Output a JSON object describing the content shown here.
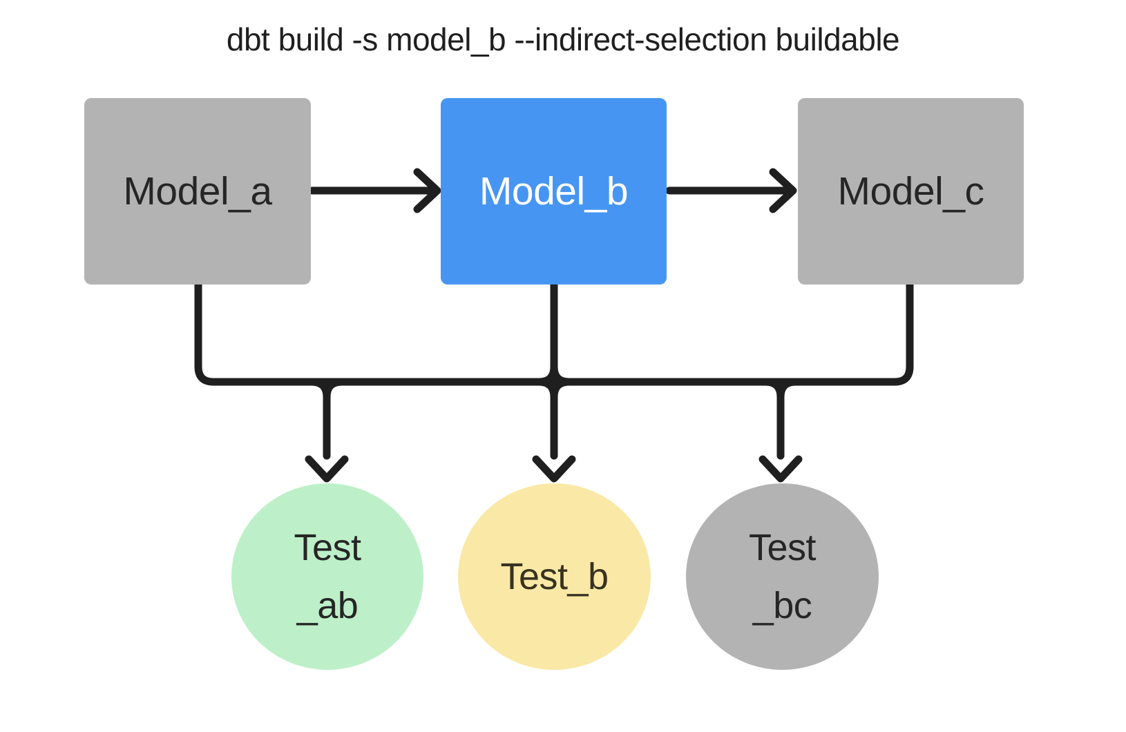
{
  "title": "dbt build -s model_b --indirect-selection buildable",
  "colors": {
    "background": "#ffffff",
    "edge": "#1f1f1f",
    "model_gray": "#b3b3b3",
    "model_selected_blue": "#4795f2",
    "test_green": "#bdf0c8",
    "test_yellow": "#fae8a6",
    "test_gray": "#b3b3b3",
    "text_dark": "#262626",
    "text_on_blue": "#ffffff"
  },
  "models": [
    {
      "id": "model_a",
      "label": "Model_a",
      "fill": "#b3b3b3",
      "text_color": "#262626",
      "selected": false
    },
    {
      "id": "model_b",
      "label": "Model_b",
      "fill": "#4795f2",
      "text_color": "#ffffff",
      "selected": true
    },
    {
      "id": "model_c",
      "label": "Model_c",
      "fill": "#b3b3b3",
      "text_color": "#262626",
      "selected": false
    }
  ],
  "tests": [
    {
      "id": "test_ab",
      "line1": "Test",
      "line2": "_ab",
      "fill": "#bdf0c8",
      "text_color": "#262626"
    },
    {
      "id": "test_b",
      "line1": "Test_b",
      "line2": "",
      "fill": "#fae8a6",
      "text_color": "#38321f"
    },
    {
      "id": "test_bc",
      "line1": "Test",
      "line2": "_bc",
      "fill": "#b3b3b3",
      "text_color": "#262626"
    }
  ],
  "edges": [
    {
      "from": "model_a",
      "to": "model_b"
    },
    {
      "from": "model_b",
      "to": "model_c"
    },
    {
      "from": "model_a, model_b",
      "to": "test_ab"
    },
    {
      "from": "model_b",
      "to": "test_b"
    },
    {
      "from": "model_b, model_c",
      "to": "test_bc"
    }
  ]
}
